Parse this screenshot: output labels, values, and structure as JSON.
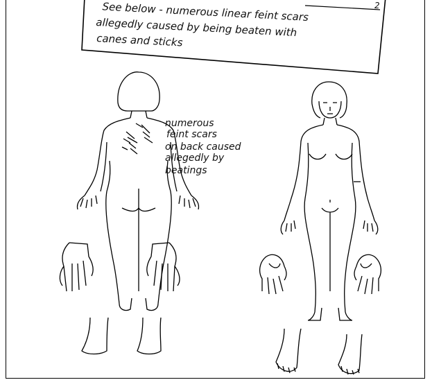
{
  "note_box": {
    "lines": [
      "See below - numerous linear feint scars",
      "allegedly caused by being beaten with",
      "canes and sticks"
    ],
    "corner_fragment": "2"
  },
  "back_annotation": {
    "lines": [
      "numerous",
      "feint scars",
      "on back caused",
      "allegedly by",
      "beatings"
    ]
  }
}
